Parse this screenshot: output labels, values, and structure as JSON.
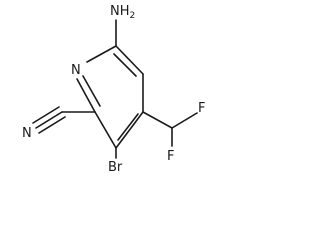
{
  "molecule": {
    "atoms": {
      "amino_h": "H",
      "amino_h_count": "2",
      "amino_n": "N",
      "ring_n": "N",
      "nitrile_n": "N",
      "bromine": "Br",
      "fluorine_top": "F",
      "fluorine_bottom": "F"
    }
  }
}
